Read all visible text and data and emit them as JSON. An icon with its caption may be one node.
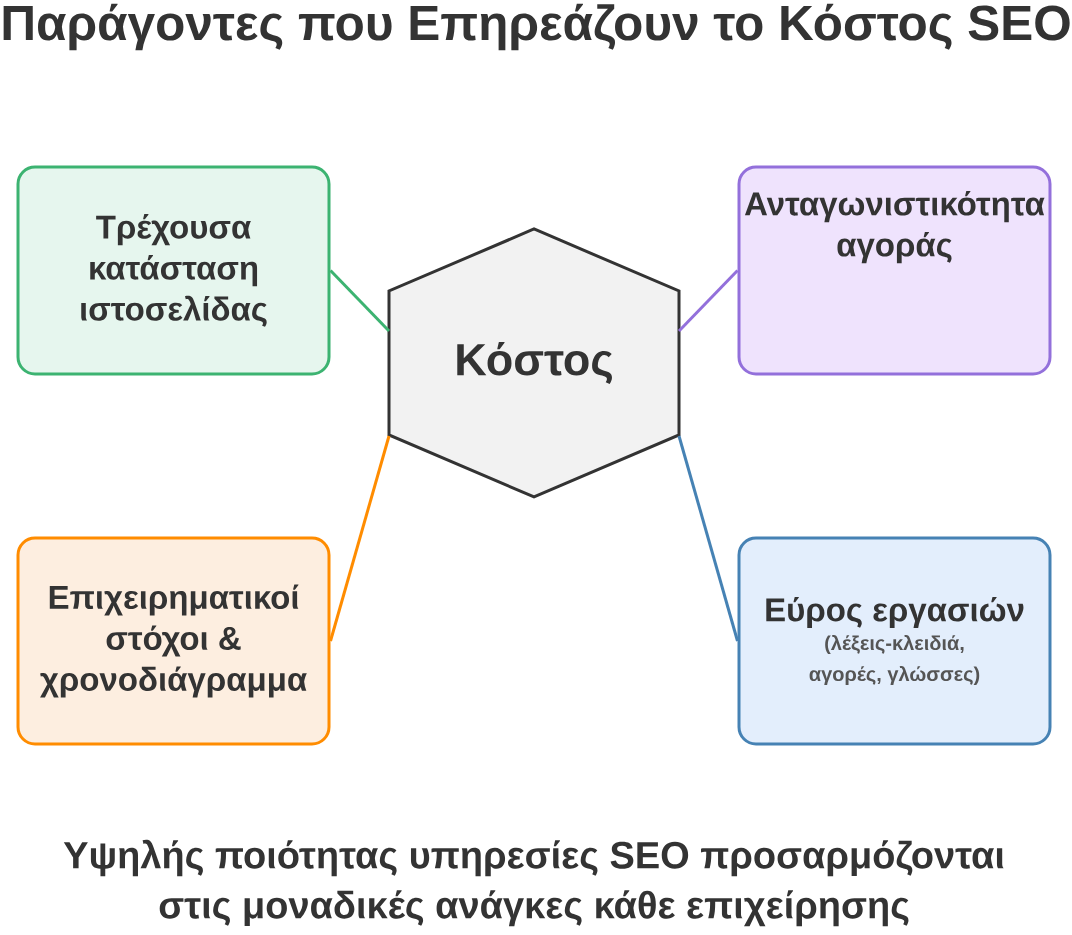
{
  "diagram": {
    "title": "Παράγοντες που Επηρεάζουν το Κόστος SEO",
    "nodes": [
      {
        "text": [
          "Κόστος"
        ]
      },
      {
        "text": [
          "Τρέχουσα κατάσταση ιστοσελίδας"
        ]
      },
      {
        "text": [
          "Ανταγωνιστικότητα αγοράς"
        ]
      },
      {
        "text": [
          "Επιχειρηματικοί στόχοι & χρονοδιάγραμμα"
        ]
      },
      {
        "text": [
          "Εύρος εργασιών",
          "(λέξεις-κλειδιά, αγορές, γλώσσες)"
        ]
      }
    ],
    "edges": [
      {
        "from": 0,
        "to": 1,
        "arrow": "none",
        "color": "#3cb371"
      },
      {
        "from": 0,
        "to": 2,
        "arrow": "none",
        "color": "#9370db"
      },
      {
        "from": 0,
        "to": 3,
        "arrow": "none",
        "color": "#ff8c00"
      },
      {
        "from": 0,
        "to": 4,
        "arrow": "none",
        "color": "#4682b4"
      }
    ],
    "caption": "Υψηλής ποιότητας υπηρεσίες SEO προσαρμόζονται στις μοναδικές ανάγκες κάθε επιχείρησης"
  }
}
